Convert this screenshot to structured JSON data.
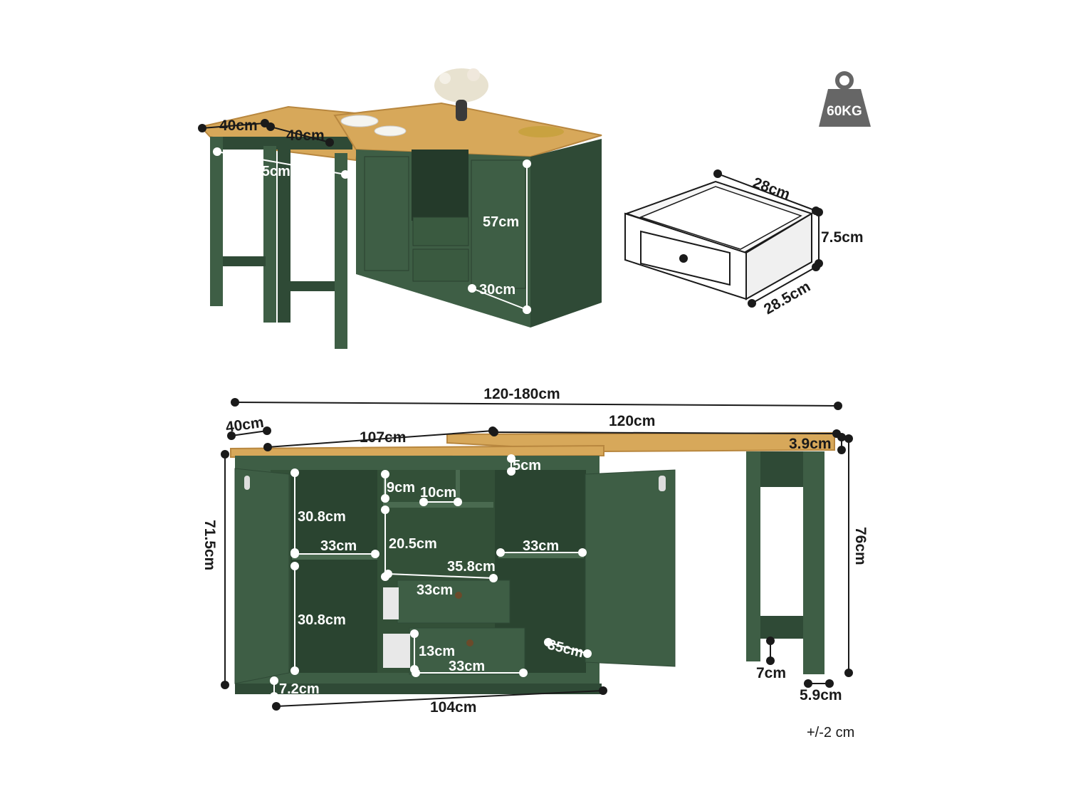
{
  "weight_badge": {
    "label": "60KG",
    "icon": "weight-icon"
  },
  "colors": {
    "cabinet": "#3e5e45",
    "cabinet_dark": "#2f4a36",
    "interior": "#335038",
    "wood": "#d7a85a",
    "wood_edge": "#b8873f",
    "dim_line": "#1a1a1a",
    "dim_line_white": "#ffffff"
  },
  "top_view": {
    "table_leaf_1": "40cm",
    "table_leaf_2": "40cm",
    "table_width": "79.5cm",
    "cabinet_height": "57cm",
    "cabinet_depth": "30cm"
  },
  "drawer": {
    "width": "28cm",
    "height": "7.5cm",
    "depth": "28.5cm"
  },
  "front_view": {
    "total_length": "120-180cm",
    "depth": "40cm",
    "top_length": "107cm",
    "extension_length": "120cm",
    "top_thickness": "3.9cm",
    "top_rail": "5cm",
    "cubby_height": "9cm",
    "cubby_width": "10cm",
    "left_upper_shelf": "30.8cm",
    "left_shelf_width": "33cm",
    "middle_open": "20.5cm",
    "right_shelf_width": "33cm",
    "drawer_opening": "35.8cm",
    "drawer1_width": "33cm",
    "left_lower_shelf": "30.8cm",
    "drawer2_height": "13cm",
    "drawer2_width": "33cm",
    "door_depth": "35cm",
    "base_height": "7.2cm",
    "base_width": "104cm",
    "total_height": "71.5cm",
    "table_height": "76cm",
    "leg_gap": "7cm",
    "leg_width": "5.9cm"
  },
  "tolerance": "+/-2 cm"
}
